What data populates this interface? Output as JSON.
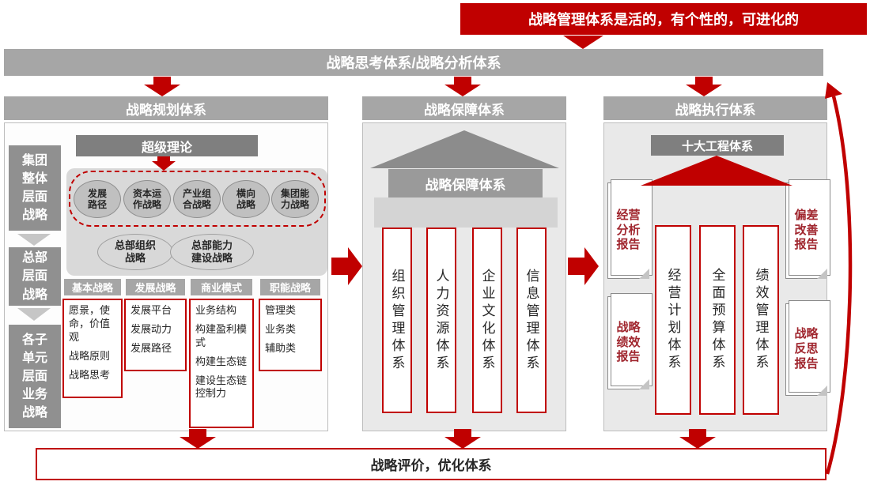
{
  "colors": {
    "red": "#c00000",
    "header_gray": "#a6a6a6",
    "dark_gray": "#7f7f7f",
    "panel_gray": "#e9e9e9",
    "doc_text": "#a0262e"
  },
  "banner": "战略管理体系是活的，有个性的，可进化的",
  "top_bar": "战略思考体系/战略分析体系",
  "bottom_bar": "战略评价，优化体系",
  "planning": {
    "header": "战略规划体系",
    "super_theory": "超级理论",
    "levels": [
      "集团\n整体\n层面\n战略",
      "总部\n层面\n战略",
      "各子\n单元\n层面\n业务\n战略"
    ],
    "group_ellipses": [
      "发展\n路径",
      "资本运\n作战略",
      "产业组\n合战略",
      "横向\n战略",
      "集团能\n力战略"
    ],
    "hq_ellipses": [
      "总部组织\n战略",
      "总部能力\n建设战略"
    ],
    "columns": [
      {
        "header": "基本战略",
        "items": [
          "愿景，使命，价值观",
          "战略原则",
          "战略思考"
        ]
      },
      {
        "header": "发展战略",
        "items": [
          "发展平台",
          "发展动力",
          "发展路径"
        ]
      },
      {
        "header": "商业模式",
        "items": [
          "业务结构",
          "构建盈利模式",
          "构建生态链",
          "建设生态链控制力"
        ]
      },
      {
        "header": "职能战略",
        "items": [
          "管理类",
          "业务类",
          "辅助类"
        ]
      }
    ]
  },
  "guarantee": {
    "header": "战略保障体系",
    "roof_label": "战略保障体系",
    "pillars": [
      "组织管理体系",
      "人力资源体系",
      "企业文化体系",
      "信息管理体系"
    ]
  },
  "execution": {
    "header": "战略执行体系",
    "program_label": "十大工程体系",
    "pillars": [
      "经营计划体系",
      "全面预算体系",
      "绩效管理体系"
    ],
    "left_docs": [
      "经营\n分析\n报告",
      "战略\n绩效\n报告"
    ],
    "right_docs": [
      "偏差\n改善\n报告",
      "战略\n反思\n报告"
    ]
  }
}
